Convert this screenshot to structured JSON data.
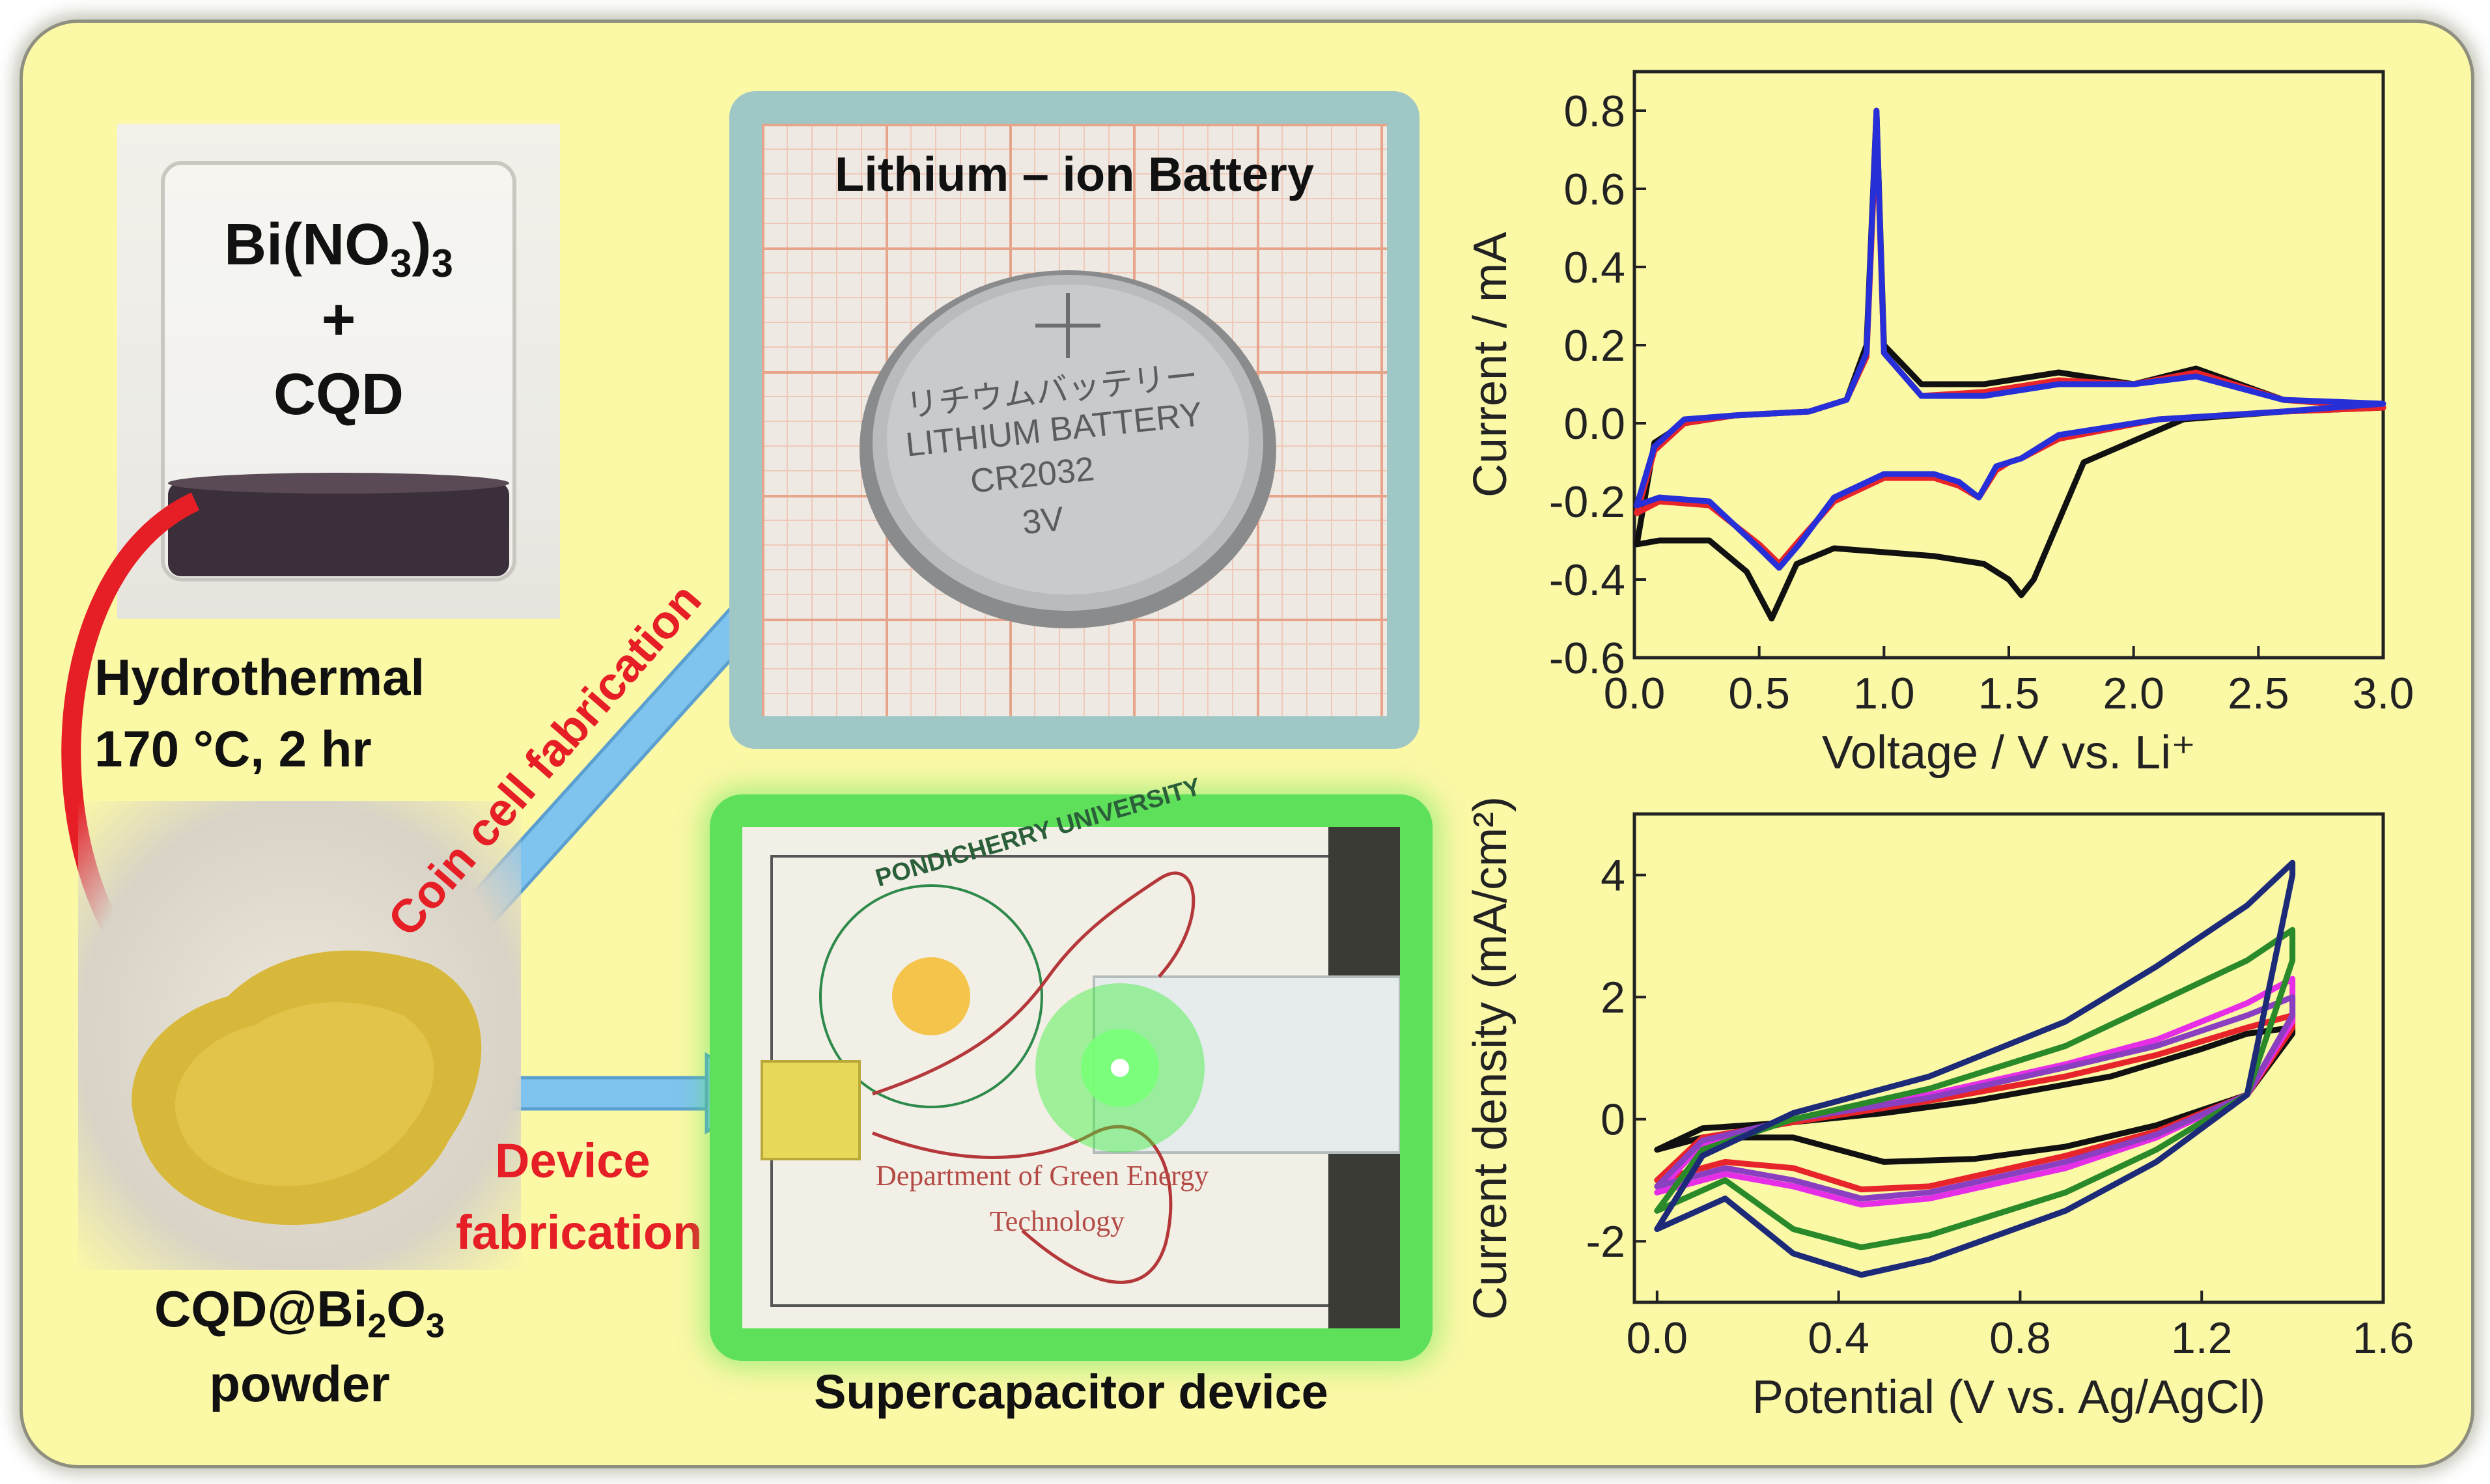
{
  "left": {
    "beaker_formula": "Bi(NO3)3",
    "beaker_formula_main": "Bi(NO",
    "beaker_formula_sub1": "3",
    "beaker_formula_close": ")",
    "beaker_formula_sub2": "3",
    "beaker_plus": "+",
    "beaker_cqd": "CQD",
    "step_line1": "Hydrothermal",
    "step_line2": "170 °C, 2 hr",
    "product_line1": "CQD@Bi2O3",
    "product_main": "CQD@Bi",
    "product_sub1": "2",
    "product_o": "O",
    "product_sub2": "3",
    "product_line2": "powder"
  },
  "middle": {
    "battery_title": "Lithium – ion Battery",
    "coin_text_jp": "リチウムバッテリー",
    "coin_line1": "LITHIUM BATTERY",
    "coin_line2": "CR2032",
    "coin_line3": "3V",
    "arrow_top_label": "Coin cell fabrication",
    "arrow_bottom_label1": "Device",
    "arrow_bottom_label2": "fabrication",
    "device_caption": "Supercapacitor device",
    "seal_text": "PONDICHERRY UNIVERSITY",
    "paper_line1": "Department of Green Energy",
    "paper_line2": "Technology"
  },
  "colors": {
    "panel_bg": "#fbf8a6",
    "arrow_red": "#e61e25",
    "arrow_blue": "#7fc3ef",
    "label_red": "#e61e25",
    "series_black": "#111111",
    "series_red": "#e8242b",
    "series_blue": "#2730d8",
    "series_navy": "#1c2a78",
    "series_green": "#2a8a2a",
    "series_magenta": "#e62ee6",
    "series_purple": "#8a3fc0"
  },
  "chart_data": [
    {
      "type": "line",
      "xlabel": "Voltage / V vs. Li⁺",
      "ylabel": "Current / mA",
      "xlim": [
        0,
        3.0
      ],
      "ylim": [
        -0.6,
        0.9
      ],
      "xticks": [
        "0.0",
        "0.5",
        "1.0",
        "1.5",
        "2.0",
        "2.5",
        "3.0"
      ],
      "yticks": [
        "-0.6",
        "-0.4",
        "-0.2",
        "0.0",
        "0.2",
        "0.4",
        "0.6",
        "0.8"
      ],
      "series": [
        {
          "color": "#111111",
          "x": [
            0.01,
            0.1,
            0.3,
            0.45,
            0.55,
            0.65,
            0.8,
            1.0,
            1.2,
            1.4,
            1.5,
            1.55,
            1.6,
            1.8,
            2.2,
            2.6,
            3.0,
            2.6,
            2.25,
            2.0,
            1.7,
            1.4,
            1.15,
            1.0,
            0.97,
            0.93,
            0.85,
            0.7,
            0.4,
            0.2,
            0.08,
            0.01
          ],
          "y": [
            -0.31,
            -0.3,
            -0.3,
            -0.38,
            -0.5,
            -0.36,
            -0.32,
            -0.33,
            -0.34,
            -0.36,
            -0.4,
            -0.44,
            -0.4,
            -0.1,
            0.01,
            0.03,
            0.04,
            0.06,
            0.14,
            0.1,
            0.13,
            0.1,
            0.1,
            0.2,
            0.8,
            0.2,
            0.06,
            0.03,
            0.02,
            0.0,
            -0.05,
            -0.31
          ]
        },
        {
          "color": "#e8242b",
          "x": [
            0.01,
            0.1,
            0.3,
            0.5,
            0.58,
            0.66,
            0.8,
            1.0,
            1.2,
            1.3,
            1.38,
            1.45,
            1.5,
            1.55,
            1.7,
            2.1,
            2.6,
            3.0,
            2.6,
            2.25,
            2.0,
            1.7,
            1.4,
            1.15,
            1.0,
            0.97,
            0.93,
            0.85,
            0.7,
            0.4,
            0.2,
            0.08,
            0.01
          ],
          "y": [
            -0.23,
            -0.2,
            -0.21,
            -0.31,
            -0.36,
            -0.3,
            -0.2,
            -0.14,
            -0.14,
            -0.16,
            -0.19,
            -0.12,
            -0.1,
            -0.09,
            -0.04,
            0.01,
            0.03,
            0.04,
            0.06,
            0.13,
            0.1,
            0.11,
            0.08,
            0.07,
            0.18,
            0.77,
            0.17,
            0.06,
            0.03,
            0.02,
            0.0,
            -0.07,
            -0.23
          ]
        },
        {
          "color": "#2730d8",
          "x": [
            0.01,
            0.1,
            0.3,
            0.5,
            0.58,
            0.66,
            0.8,
            1.0,
            1.2,
            1.3,
            1.38,
            1.45,
            1.5,
            1.55,
            1.7,
            2.1,
            2.6,
            3.0,
            2.6,
            2.25,
            2.0,
            1.7,
            1.4,
            1.15,
            1.0,
            0.97,
            0.93,
            0.85,
            0.7,
            0.4,
            0.2,
            0.08,
            0.01
          ],
          "y": [
            -0.21,
            -0.19,
            -0.2,
            -0.32,
            -0.37,
            -0.31,
            -0.19,
            -0.13,
            -0.13,
            -0.15,
            -0.19,
            -0.11,
            -0.1,
            -0.09,
            -0.03,
            0.01,
            0.03,
            0.05,
            0.06,
            0.12,
            0.1,
            0.1,
            0.07,
            0.07,
            0.18,
            0.8,
            0.18,
            0.06,
            0.03,
            0.02,
            0.01,
            -0.06,
            -0.21
          ]
        }
      ]
    },
    {
      "type": "line",
      "xlabel": "Potential (V vs. Ag/AgCl)",
      "ylabel": "Current density (mA/cm²)",
      "xlim": [
        -0.05,
        1.6
      ],
      "ylim": [
        -3,
        5
      ],
      "xticks": [
        "0.0",
        "0.4",
        "0.8",
        "1.2",
        "1.6"
      ],
      "yticks": [
        "-2",
        "0",
        "2",
        "4"
      ],
      "series": [
        {
          "color": "#111111",
          "x": [
            0.0,
            0.1,
            0.3,
            0.5,
            0.7,
            0.9,
            1.1,
            1.3,
            1.4,
            1.4,
            1.3,
            1.2,
            1.0,
            0.7,
            0.5,
            0.3,
            0.1,
            0.0
          ],
          "y": [
            -0.5,
            -0.3,
            -0.3,
            -0.7,
            -0.65,
            -0.45,
            -0.1,
            0.4,
            1.4,
            1.5,
            1.4,
            1.15,
            0.7,
            0.3,
            0.1,
            -0.05,
            -0.15,
            -0.5
          ]
        },
        {
          "color": "#e8242b",
          "x": [
            0.0,
            0.15,
            0.3,
            0.45,
            0.6,
            0.9,
            1.1,
            1.3,
            1.4,
            1.4,
            1.3,
            1.1,
            0.9,
            0.6,
            0.3,
            0.1,
            0.0
          ],
          "y": [
            -1.0,
            -0.7,
            -0.8,
            -1.15,
            -1.1,
            -0.6,
            -0.2,
            0.4,
            1.5,
            1.7,
            1.5,
            1.05,
            0.7,
            0.3,
            -0.05,
            -0.3,
            -1.0
          ]
        },
        {
          "color": "#e62ee6",
          "x": [
            0.0,
            0.15,
            0.3,
            0.45,
            0.6,
            0.9,
            1.1,
            1.3,
            1.4,
            1.4,
            1.3,
            1.1,
            0.9,
            0.6,
            0.3,
            0.1,
            0.0
          ],
          "y": [
            -1.2,
            -0.9,
            -1.1,
            -1.4,
            -1.3,
            -0.8,
            -0.3,
            0.4,
            1.6,
            2.3,
            1.9,
            1.3,
            0.9,
            0.4,
            0.0,
            -0.4,
            -1.2
          ]
        },
        {
          "color": "#8a3fc0",
          "x": [
            0.0,
            0.15,
            0.3,
            0.45,
            0.6,
            0.9,
            1.1,
            1.3,
            1.4,
            1.4,
            1.3,
            1.1,
            0.9,
            0.6,
            0.3,
            0.1,
            0.0
          ],
          "y": [
            -1.1,
            -0.8,
            -1.0,
            -1.3,
            -1.2,
            -0.7,
            -0.25,
            0.4,
            1.7,
            2.0,
            1.7,
            1.2,
            0.85,
            0.35,
            0.0,
            -0.35,
            -1.1
          ]
        },
        {
          "color": "#2a8a2a",
          "x": [
            0.0,
            0.15,
            0.3,
            0.45,
            0.6,
            0.9,
            1.1,
            1.3,
            1.4,
            1.4,
            1.3,
            1.1,
            0.9,
            0.6,
            0.3,
            0.1,
            0.0
          ],
          "y": [
            -1.5,
            -1.0,
            -1.8,
            -2.1,
            -1.9,
            -1.2,
            -0.5,
            0.4,
            2.6,
            3.1,
            2.6,
            1.9,
            1.2,
            0.5,
            0.0,
            -0.5,
            -1.5
          ]
        },
        {
          "color": "#1c2a78",
          "x": [
            0.0,
            0.15,
            0.3,
            0.45,
            0.6,
            0.9,
            1.1,
            1.3,
            1.4,
            1.4,
            1.3,
            1.1,
            0.9,
            0.6,
            0.3,
            0.1,
            0.0
          ],
          "y": [
            -1.8,
            -1.3,
            -2.2,
            -2.55,
            -2.3,
            -1.5,
            -0.7,
            0.4,
            4.0,
            4.2,
            3.5,
            2.5,
            1.6,
            0.7,
            0.1,
            -0.6,
            -1.8
          ]
        }
      ]
    }
  ]
}
